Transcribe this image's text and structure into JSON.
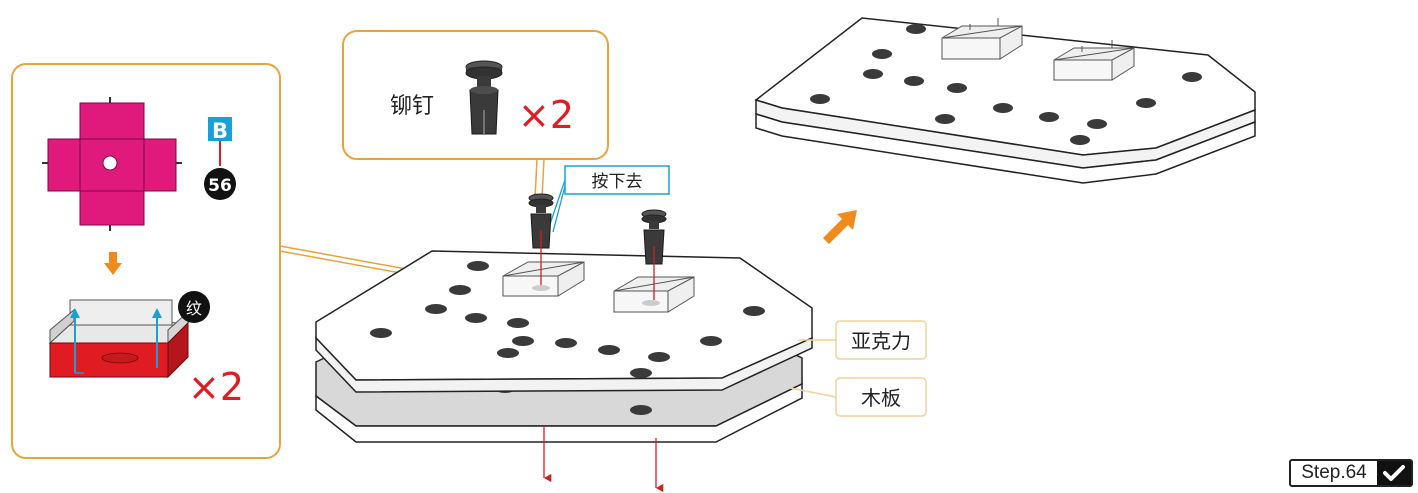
{
  "diagram": {
    "part_letter": "B",
    "part_number": "56",
    "fold_mark": "纹",
    "box_count": "×2",
    "rivet_label": "铆钉",
    "rivet_count": "×2",
    "press_label": "按下去",
    "acrylic_label": "亚克力",
    "wood_label": "木板"
  },
  "step": {
    "label": "Step.64",
    "check_icon": "check-icon"
  },
  "colors": {
    "callout_border": "#e8a33d",
    "label_border": "#f0d29a",
    "magenta": "#e0197d",
    "red_box": "#e11b22",
    "cyan": "#1aa0d8",
    "arrow_orange": "#f28a1a",
    "wood_gray": "#d8d8d8",
    "dark_part": "#3a3a3a"
  }
}
